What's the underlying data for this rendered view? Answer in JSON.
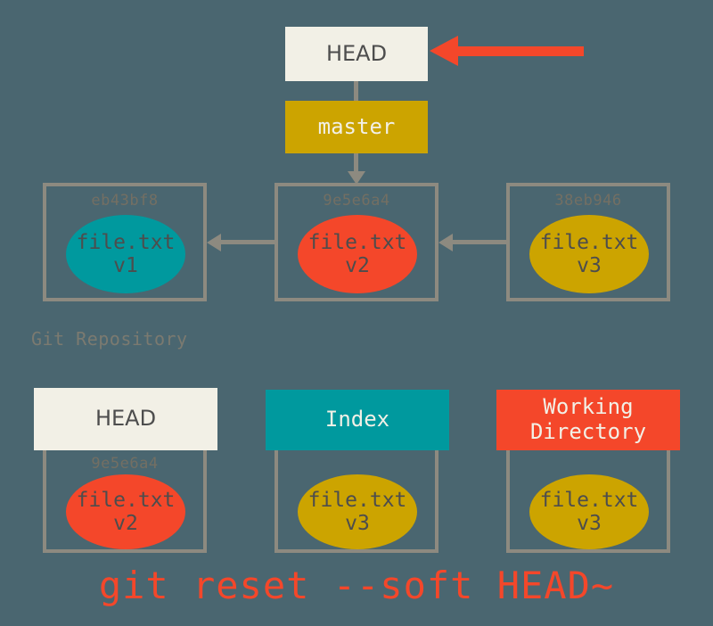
{
  "diagram": {
    "title": "git reset --soft HEAD~",
    "background_color": "#4a6670",
    "repository": {
      "label": "Git Repository",
      "pointers": {
        "head": {
          "label": "HEAD",
          "color": "#f2f0e6"
        },
        "branch": {
          "label": "master",
          "color": "#cca400"
        }
      },
      "highlight_arrow": {
        "name": "head-moved-arrow",
        "color": "#f4472a",
        "direction": "left"
      },
      "commits": [
        {
          "hash": "eb43bf8",
          "file": "file.txt",
          "version": "v1",
          "color": "#00999e"
        },
        {
          "hash": "9e5e6a4",
          "file": "file.txt",
          "version": "v2",
          "color": "#f4472a"
        },
        {
          "hash": "38eb946",
          "file": "file.txt",
          "version": "v3",
          "color": "#cca400"
        }
      ]
    },
    "areas": [
      {
        "label": "HEAD",
        "header_color": "#f2f0e6",
        "header_text_color": "#4d4d4d",
        "hash": "9e5e6a4",
        "file": "file.txt",
        "version": "v2",
        "blob_color": "#f4472a"
      },
      {
        "label": "Index",
        "header_color": "#00999e",
        "header_text_color": "#f2f0e6",
        "hash": "",
        "file": "file.txt",
        "version": "v3",
        "blob_color": "#cca400"
      },
      {
        "label": "Working\nDirectory",
        "header_color": "#f4472a",
        "header_text_color": "#f2f0e6",
        "hash": "",
        "file": "file.txt",
        "version": "v3",
        "blob_color": "#cca400"
      }
    ],
    "command": "git reset --soft HEAD~"
  }
}
